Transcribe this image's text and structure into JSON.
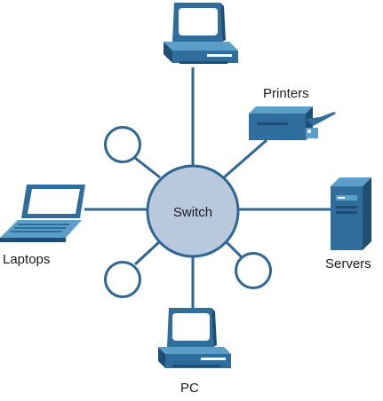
{
  "diagram": {
    "hub": {
      "label": "Switch"
    },
    "nodes": {
      "printers": {
        "label": "Printers",
        "icon": "printer-icon"
      },
      "laptops": {
        "label": "Laptops",
        "icon": "laptop-icon"
      },
      "servers": {
        "label": "Servers",
        "icon": "server-icon"
      },
      "pc": {
        "label": "PC",
        "icon": "desktop-pc-icon"
      },
      "top_pc": {
        "icon": "desktop-pc-icon"
      }
    },
    "colors": {
      "link": "#2e6694",
      "device_main": "#2f6e9c",
      "device_light": "#5b9fc9",
      "device_dark": "#1f4e74",
      "hub_fill": "#b8c9dd",
      "hub_stroke": "#2e6694"
    }
  }
}
